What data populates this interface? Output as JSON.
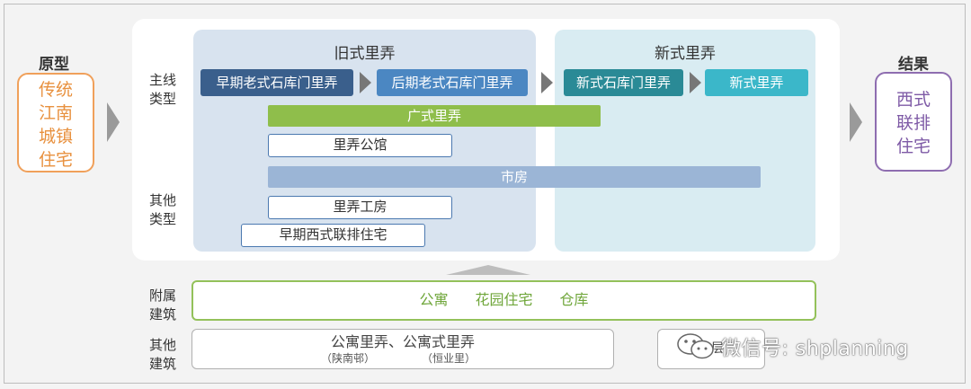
{
  "prototype": {
    "title": "原型",
    "lines": [
      "传统",
      "江南",
      "城镇",
      "住宅"
    ]
  },
  "result": {
    "title": "结果",
    "lines": [
      "西式",
      "联排",
      "住宅"
    ]
  },
  "row_labels": {
    "main_line": [
      "主线",
      "类型"
    ],
    "other_types": [
      "其他",
      "类型"
    ],
    "attached": [
      "附属",
      "建筑"
    ],
    "other_buildings": [
      "其他",
      "建筑"
    ]
  },
  "old_style": {
    "title": "旧式里弄",
    "early": "早期老式石库门里弄",
    "late": "后期老式石库门里弄"
  },
  "new_style": {
    "title": "新式里弄",
    "new_shikumen": "新式石库门里弄",
    "new_lilong": "新式里弄"
  },
  "other_types": {
    "guangshi": "广式里弄",
    "gongguan": "里弄公馆",
    "shifang": "市房",
    "gongfang": "里弄工房",
    "early_western": "早期西式联排住宅"
  },
  "attached": {
    "items": [
      "公寓",
      "花园住宅",
      "仓库"
    ]
  },
  "other_buildings": {
    "main_text": "公寓里弄、公寓式里弄",
    "examples": [
      "（陕南邨）",
      "（恒业里）"
    ],
    "hidden_box_text": "高层"
  },
  "watermark": {
    "text": "微信号: shplanning"
  },
  "colors": {
    "proto_orange": "#f0a05a",
    "result_purple": "#8e6db0",
    "green": "#8fbe4b",
    "navy": "#3a5f8c",
    "teal": "#2a8a96",
    "cyan": "#3bb7c9"
  }
}
